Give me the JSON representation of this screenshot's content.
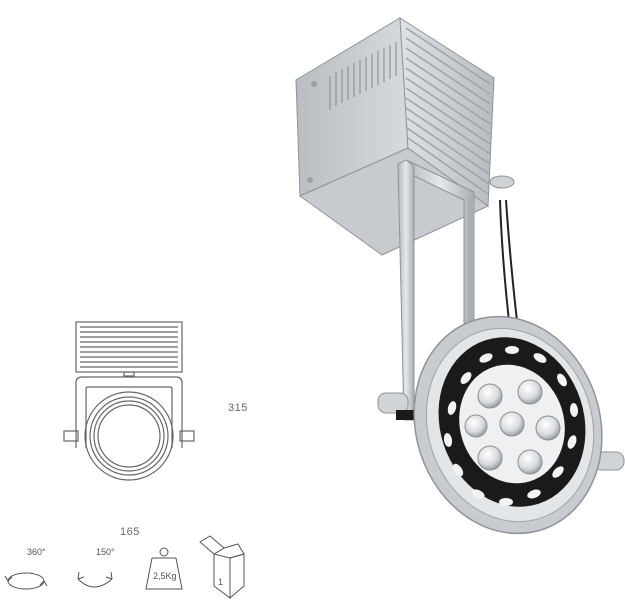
{
  "dimensions": {
    "height": "315",
    "width": "165"
  },
  "specs": {
    "rotation_horizontal": "360°",
    "rotation_vertical": "150°",
    "weight": "2,5Kg",
    "package_qty": "1"
  },
  "colors": {
    "line": "#666666",
    "housing": "#c9cdd1",
    "housing_dark": "#9aa0a6",
    "lens_black": "#1a1a1a"
  }
}
